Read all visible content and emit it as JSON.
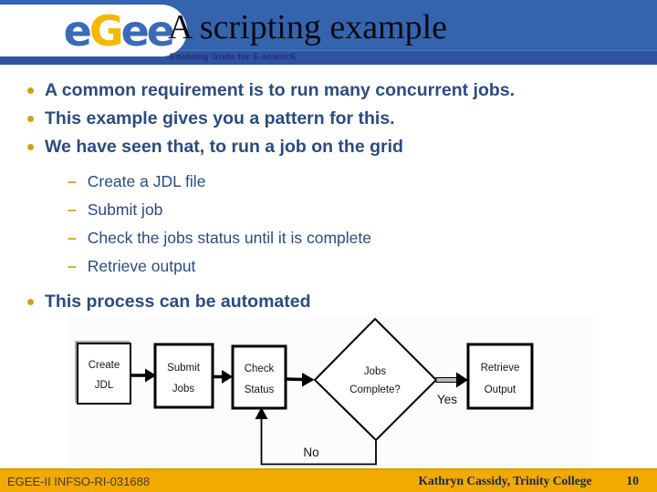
{
  "slide": {
    "header": {
      "title": "A scripting example",
      "logo_letters": [
        "e",
        "G",
        "e",
        "e"
      ],
      "tagline": "Enabling Grids for E-sciencE"
    },
    "bullets": [
      "A common requirement is to run many concurrent jobs.",
      "This example gives you a pattern for this.",
      "We have seen that, to run a job on the grid"
    ],
    "sub_bullets": [
      "Create a JDL file",
      "Submit job",
      "Check the jobs status until it is complete",
      "Retrieve output"
    ],
    "closing_bullet": "This process can be automated",
    "footer": {
      "project_id": "EGEE-II INFSO-RI-031688",
      "author": "Kathryn Cassidy, Trinity College",
      "page_number": "10"
    }
  },
  "flowchart": {
    "nodes": [
      {
        "id": "create-jdl",
        "shape": "box",
        "lines": [
          "Create",
          "JDL"
        ]
      },
      {
        "id": "submit-jobs",
        "shape": "box",
        "lines": [
          "Submit",
          "Jobs"
        ]
      },
      {
        "id": "check-status",
        "shape": "box",
        "lines": [
          "Check",
          "Status"
        ]
      },
      {
        "id": "jobs-complete",
        "shape": "diamond",
        "lines": [
          "Jobs",
          "Complete?"
        ]
      },
      {
        "id": "retrieve-output",
        "shape": "box",
        "lines": [
          "Retrieve",
          "Output"
        ]
      }
    ],
    "edge_labels": {
      "yes": "Yes",
      "no": "No"
    }
  },
  "colors": {
    "header_blue": "#3564AE",
    "header_strip_blue": "#30539F",
    "logo_blue": "#3A6AB8",
    "logo_yellow": "#F5B800",
    "body_text_navy": "#2B4C7E",
    "marker_gold": "#D1A11A",
    "footer_gold": "#F2A900",
    "footer_left_text": "#3F3F38",
    "footer_right_text": "#152A4D"
  }
}
